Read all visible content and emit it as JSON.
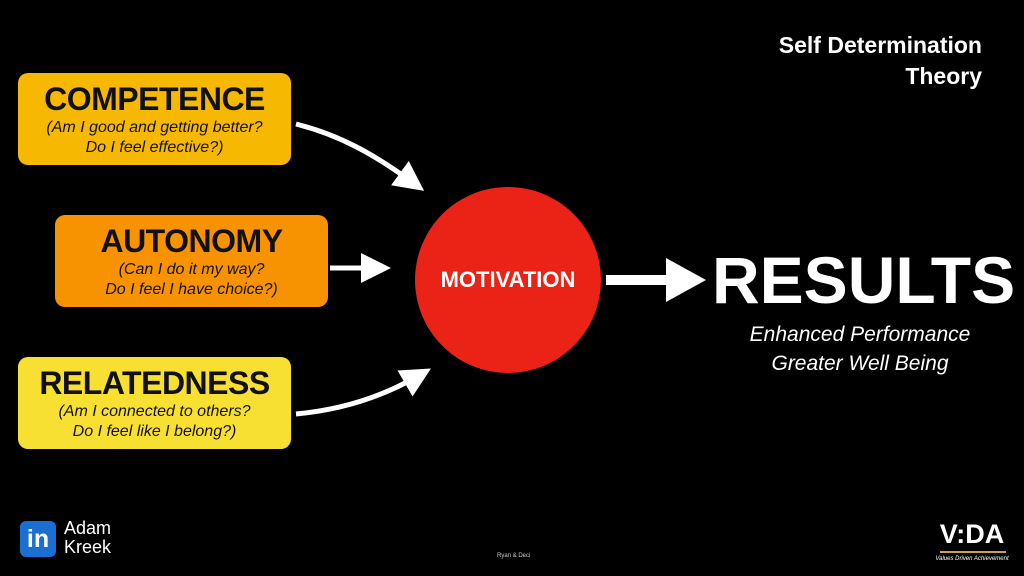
{
  "title": {
    "line1": "Self Determination",
    "line2": "Theory"
  },
  "needs": [
    {
      "label": "COMPETENCE",
      "q1": "(Am I good and getting better?",
      "q2": "Do I feel effective?)",
      "color": "#f6b800"
    },
    {
      "label": "AUTONOMY",
      "q1": "(Can I do it my way?",
      "q2": "Do I feel I have choice?)",
      "color": "#f79200"
    },
    {
      "label": "RELATEDNESS",
      "q1": "(Am I connected to others?",
      "q2": "Do I feel like I belong?)",
      "color": "#f7e032"
    }
  ],
  "center": {
    "label": "MOTIVATION",
    "color": "#ea2316"
  },
  "results": {
    "label": "RESULTS",
    "line1": "Enhanced Performance",
    "line2": "Greater Well Being"
  },
  "footer": {
    "linkedin_icon": "in",
    "author_first": "Adam",
    "author_last": "Kreek",
    "citation": "Ryan & Deci",
    "logo": "V:DA",
    "logo_tagline": "Values Driven Achievement"
  }
}
